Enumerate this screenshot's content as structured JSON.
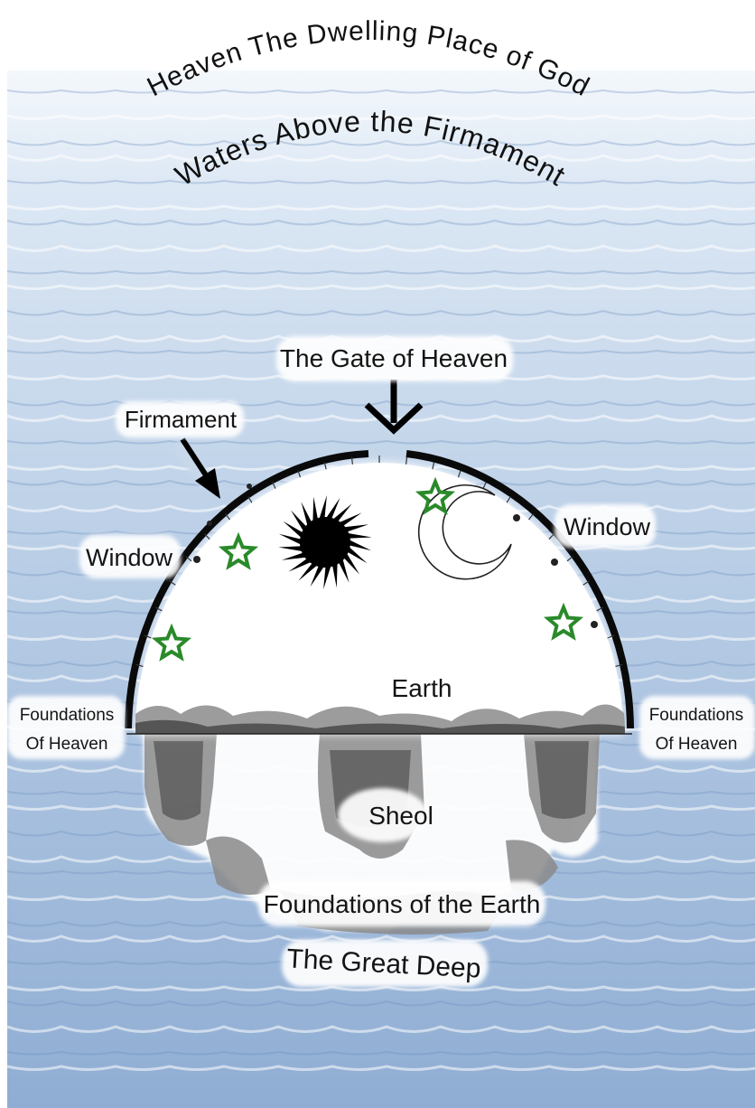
{
  "title_arcs": {
    "heaven": "Heaven  The Dwelling Place of God",
    "waters_above": "Waters Above the Firmament"
  },
  "labels": {
    "gate_of_heaven": "The Gate of Heaven",
    "firmament": "Firmament",
    "window_left": "Window",
    "window_right": "Window",
    "earth": "Earth",
    "foundations_heaven_left_line1": "Foundations",
    "foundations_heaven_left_line2": "Of Heaven",
    "foundations_heaven_right_line1": "Foundations",
    "foundations_heaven_right_line2": "Of Heaven",
    "sheol": "Sheol",
    "foundations_earth": "Foundations of the Earth",
    "great_deep": "The Great Deep"
  },
  "icons": {
    "sun": "sun-icon",
    "moon": "crescent-moon-icon",
    "star": "star-outline-icon",
    "arrow": "down-arrow-icon"
  },
  "colors": {
    "water_light": "#e6eef8",
    "water_mid": "#a9c1de",
    "water_dark": "#5f84b5",
    "dome": "#ffffff",
    "firmament_line": "#0a0a0a",
    "star": "#2a8a2a",
    "ground": "#8d8d8d",
    "label_bg": "#ffffff"
  }
}
